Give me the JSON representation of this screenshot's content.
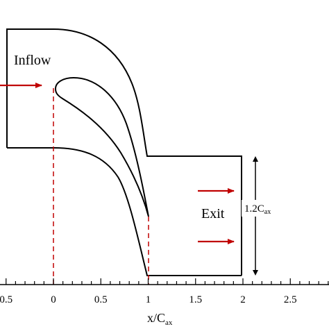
{
  "diagram": {
    "inflow_label": "Inflow",
    "exit_label": "Exit",
    "dimension": {
      "prefix": "1.2C",
      "subscript": "ax"
    },
    "x_axis": {
      "label_prefix": "x/C",
      "label_subscript": "ax",
      "ticks": [
        "0.5",
        "0",
        "0.5",
        "1",
        "1.5",
        "2",
        "2.5"
      ]
    },
    "colors": {
      "outline": "#000000",
      "arrow": "#c00000",
      "guide": "#c00000"
    }
  }
}
